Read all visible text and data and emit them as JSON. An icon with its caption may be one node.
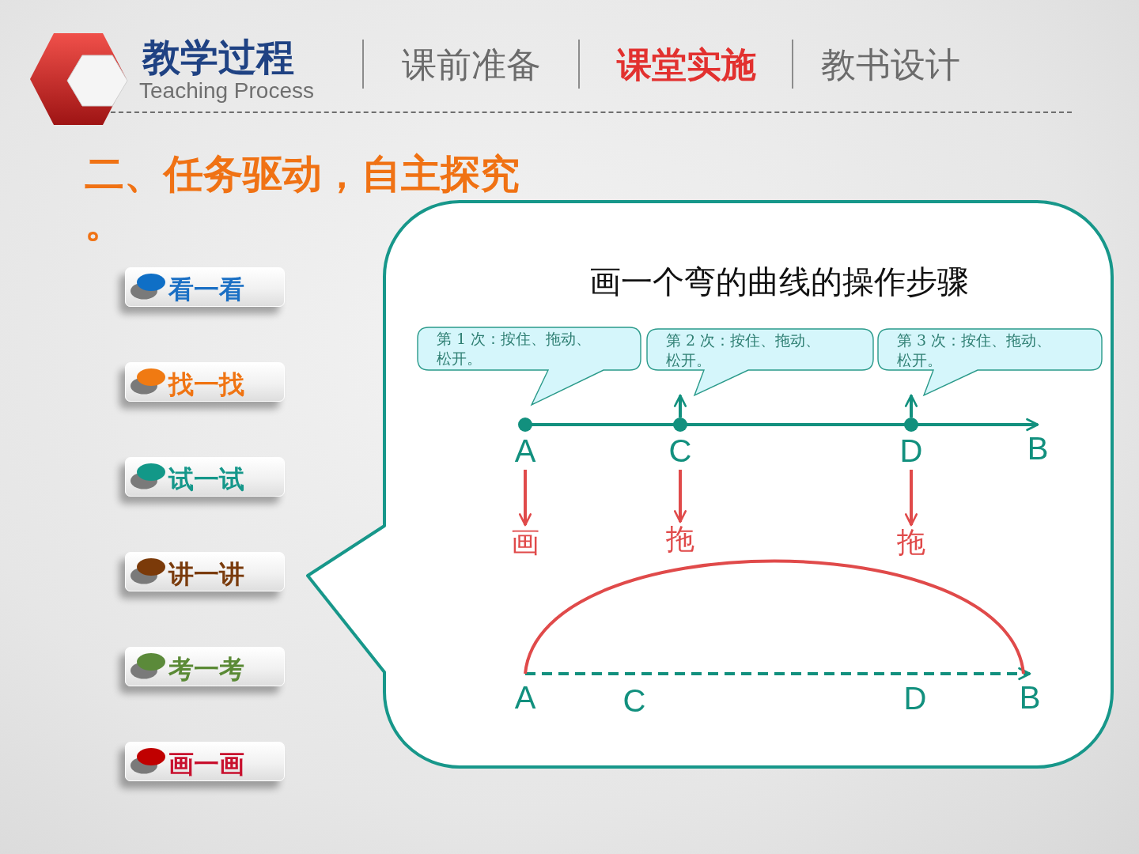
{
  "diagram": {
    "title": "二、任务驱动，自主探究。",
    "nodes": [
      {
        "text": [
          "看一看"
        ]
      },
      {
        "text": [
          "找一找"
        ]
      },
      {
        "text": [
          "试一试"
        ]
      },
      {
        "text": [
          "讲一讲"
        ]
      },
      {
        "text": [
          "考一考"
        ]
      },
      {
        "text": [
          "画一画"
        ]
      },
      {
        "text": [
          "画一个弯的曲线的操作步骤"
        ]
      },
      {
        "text": [
          "第 1 次：按住、拖动、松开。"
        ],
        "in": 6
      },
      {
        "text": [
          "第 2 次：按住、拖动、松开。"
        ],
        "in": 6
      },
      {
        "text": [
          "第 3 次：按住、拖动、松开。"
        ],
        "in": 6
      },
      {
        "text": [
          "A"
        ],
        "in": 6
      },
      {
        "text": [
          "C"
        ],
        "in": 6
      },
      {
        "text": [
          "D"
        ],
        "in": 6
      },
      {
        "text": [
          "B"
        ],
        "in": 6
      },
      {
        "text": [
          "画"
        ],
        "in": 6
      },
      {
        "text": [
          "拖"
        ],
        "in": 6
      },
      {
        "text": [
          "拖"
        ],
        "in": 6
      },
      {
        "text": [
          "A"
        ],
        "in": 6
      },
      {
        "text": [
          "B"
        ],
        "in": 6
      }
    ],
    "edges": [
      {
        "from": 10,
        "to": 11,
        "arrow": "none"
      },
      {
        "from": 11,
        "to": 12,
        "arrow": "none"
      },
      {
        "from": 12,
        "to": 13,
        "arrow": "to"
      },
      {
        "from": 11,
        "to": 8,
        "arrow": "to"
      },
      {
        "from": 12,
        "to": 9,
        "arrow": "to"
      },
      {
        "from": 10,
        "to": 14,
        "arrow": "to",
        "color": "#e04a4a"
      },
      {
        "from": 11,
        "to": 15,
        "arrow": "to",
        "color": "#e04a4a"
      },
      {
        "from": 12,
        "to": 16,
        "arrow": "to",
        "color": "#e04a4a"
      },
      {
        "from": 17,
        "to": 18,
        "arrow": "to",
        "style": "dashed"
      },
      {
        "from": 17,
        "to": 18,
        "arrow": "none",
        "color": "#e04a4a"
      }
    ],
    "labels": [
      "教学过程",
      "Teaching Process",
      "课前准备",
      "课堂实施",
      "教书设计",
      "C",
      "D"
    ]
  }
}
